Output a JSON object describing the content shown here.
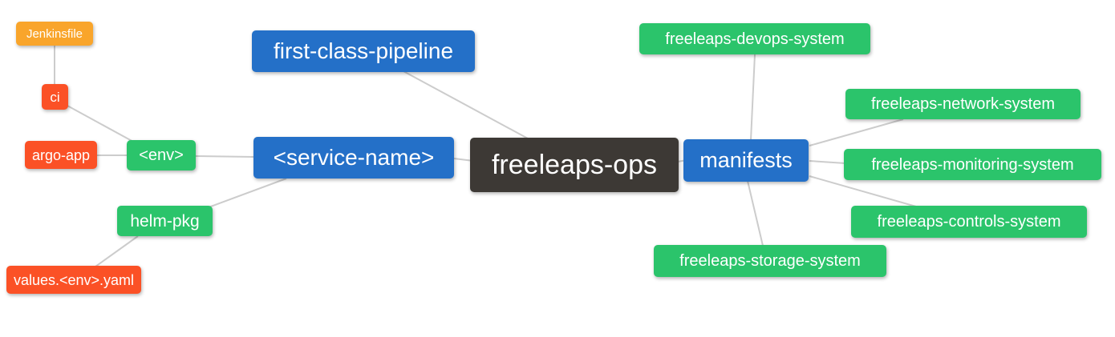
{
  "diagram": {
    "type": "mindmap",
    "root": "freeleaps-ops",
    "colors": {
      "blue": "#2470C8",
      "green": "#2BC46B",
      "orange": "#F9A52B",
      "red": "#FB5126",
      "dark": "#3D3935",
      "edge": "#CCCCCC",
      "text": "#FFFFFF",
      "background": "#FFFFFF"
    },
    "nodes": {
      "jenkinsfile": {
        "label": "Jenkinsfile",
        "color": "orange"
      },
      "ci": {
        "label": "ci",
        "color": "red"
      },
      "argo_app": {
        "label": "argo-app",
        "color": "red"
      },
      "env": {
        "label": "<env>",
        "color": "green"
      },
      "helm_pkg": {
        "label": "helm-pkg",
        "color": "green"
      },
      "values_env_yaml": {
        "label": "values.<env>.yaml",
        "color": "red"
      },
      "first_class_pipeline": {
        "label": "first-class-pipeline",
        "color": "blue"
      },
      "service_name": {
        "label": "<service-name>",
        "color": "blue"
      },
      "freeleaps_ops": {
        "label": "freeleaps-ops",
        "color": "dark"
      },
      "manifests": {
        "label": "manifests",
        "color": "blue"
      },
      "devops_system": {
        "label": "freeleaps-devops-system",
        "color": "green"
      },
      "network_system": {
        "label": "freeleaps-network-system",
        "color": "green"
      },
      "monitoring_system": {
        "label": "freeleaps-monitoring-system",
        "color": "green"
      },
      "controls_system": {
        "label": "freeleaps-controls-system",
        "color": "green"
      },
      "storage_system": {
        "label": "freeleaps-storage-system",
        "color": "green"
      }
    },
    "edges": [
      [
        "Jenkinsfile",
        "ci"
      ],
      [
        "ci",
        "<env>"
      ],
      [
        "argo-app",
        "<env>"
      ],
      [
        "<env>",
        "<service-name>"
      ],
      [
        "helm-pkg",
        "<service-name>"
      ],
      [
        "values.<env>.yaml",
        "helm-pkg"
      ],
      [
        "first-class-pipeline",
        "freeleaps-ops"
      ],
      [
        "<service-name>",
        "freeleaps-ops"
      ],
      [
        "freeleaps-ops",
        "manifests"
      ],
      [
        "manifests",
        "freeleaps-devops-system"
      ],
      [
        "manifests",
        "freeleaps-network-system"
      ],
      [
        "manifests",
        "freeleaps-monitoring-system"
      ],
      [
        "manifests",
        "freeleaps-controls-system"
      ],
      [
        "manifests",
        "freeleaps-storage-system"
      ]
    ]
  }
}
